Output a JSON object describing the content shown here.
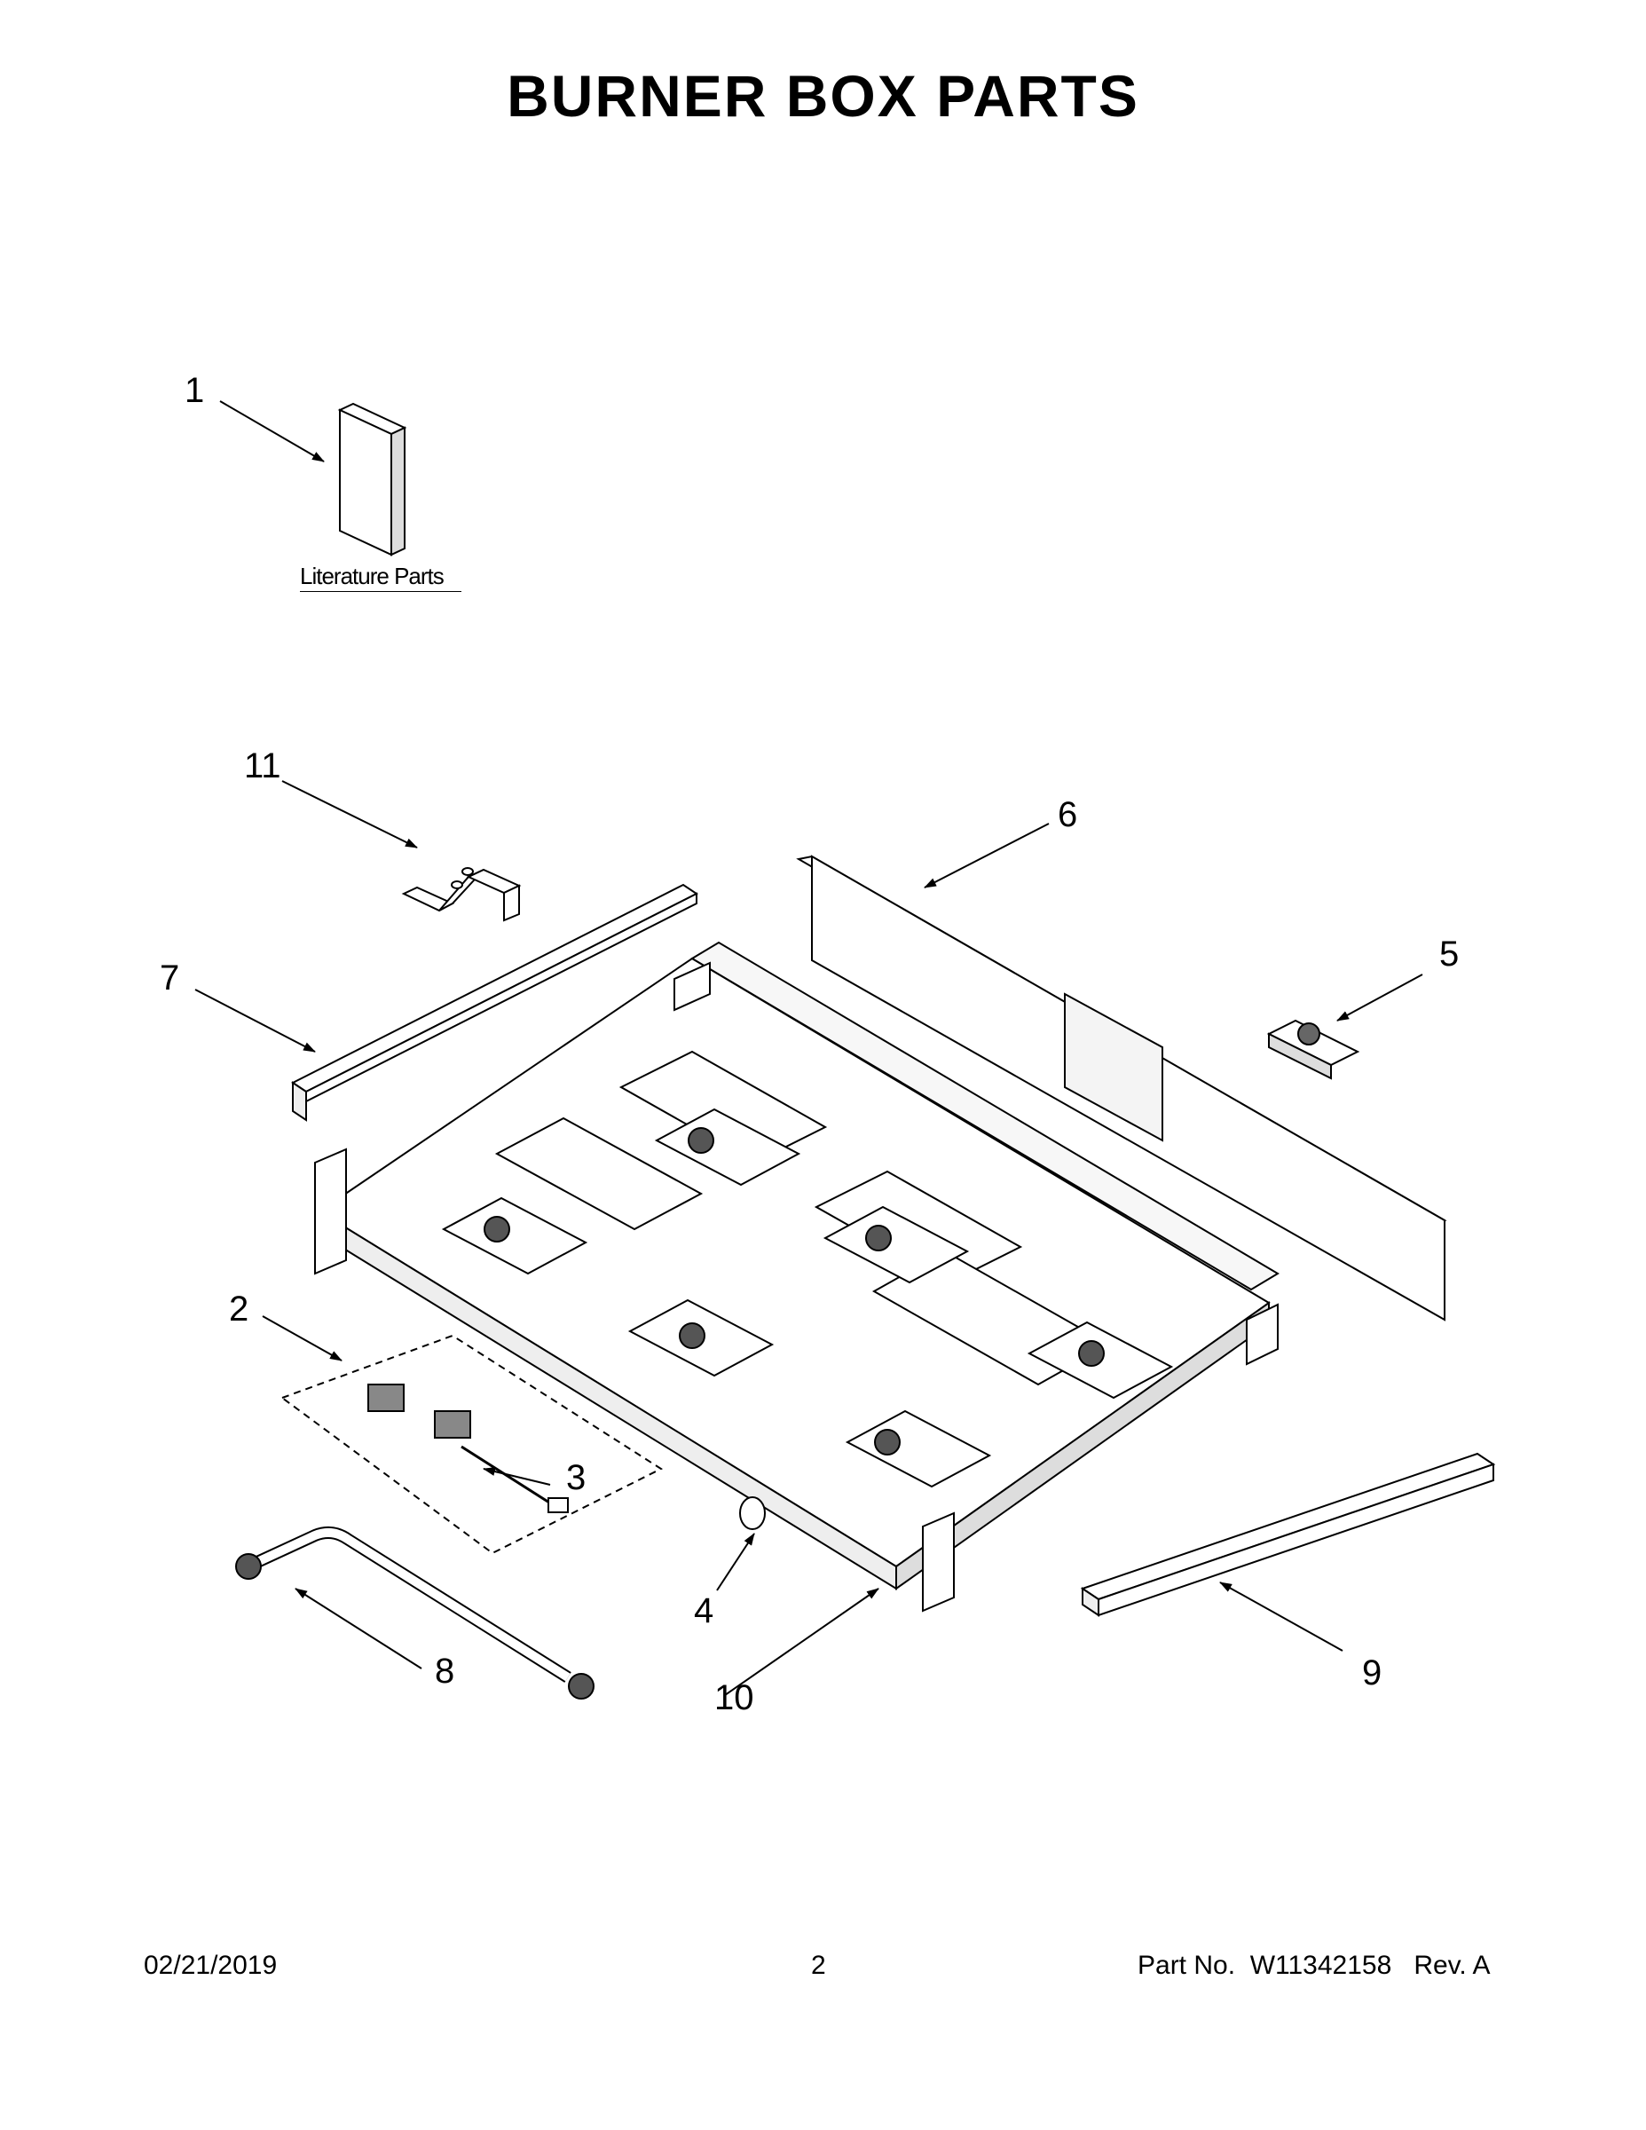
{
  "page": {
    "title": "BURNER BOX PARTS",
    "footer": {
      "date": "02/21/2019",
      "page_number": "2",
      "part_label": "Part No.",
      "part_number": "W11342158",
      "revision": "Rev. A"
    }
  },
  "literature_label": "Literature Parts",
  "callouts": {
    "c1": "1",
    "c2": "2",
    "c3": "3",
    "c4": "4",
    "c5": "5",
    "c6": "6",
    "c7": "7",
    "c8": "8",
    "c9": "9",
    "c10": "10",
    "c11": "11"
  }
}
